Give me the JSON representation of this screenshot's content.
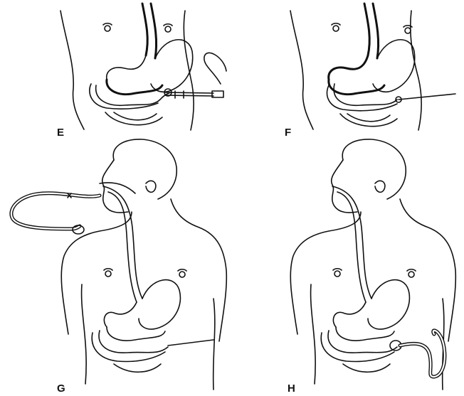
{
  "panels": [
    {
      "id": "E",
      "label": "E"
    },
    {
      "id": "F",
      "label": "F"
    },
    {
      "id": "G",
      "label": "G"
    },
    {
      "id": "H",
      "label": "H"
    }
  ]
}
